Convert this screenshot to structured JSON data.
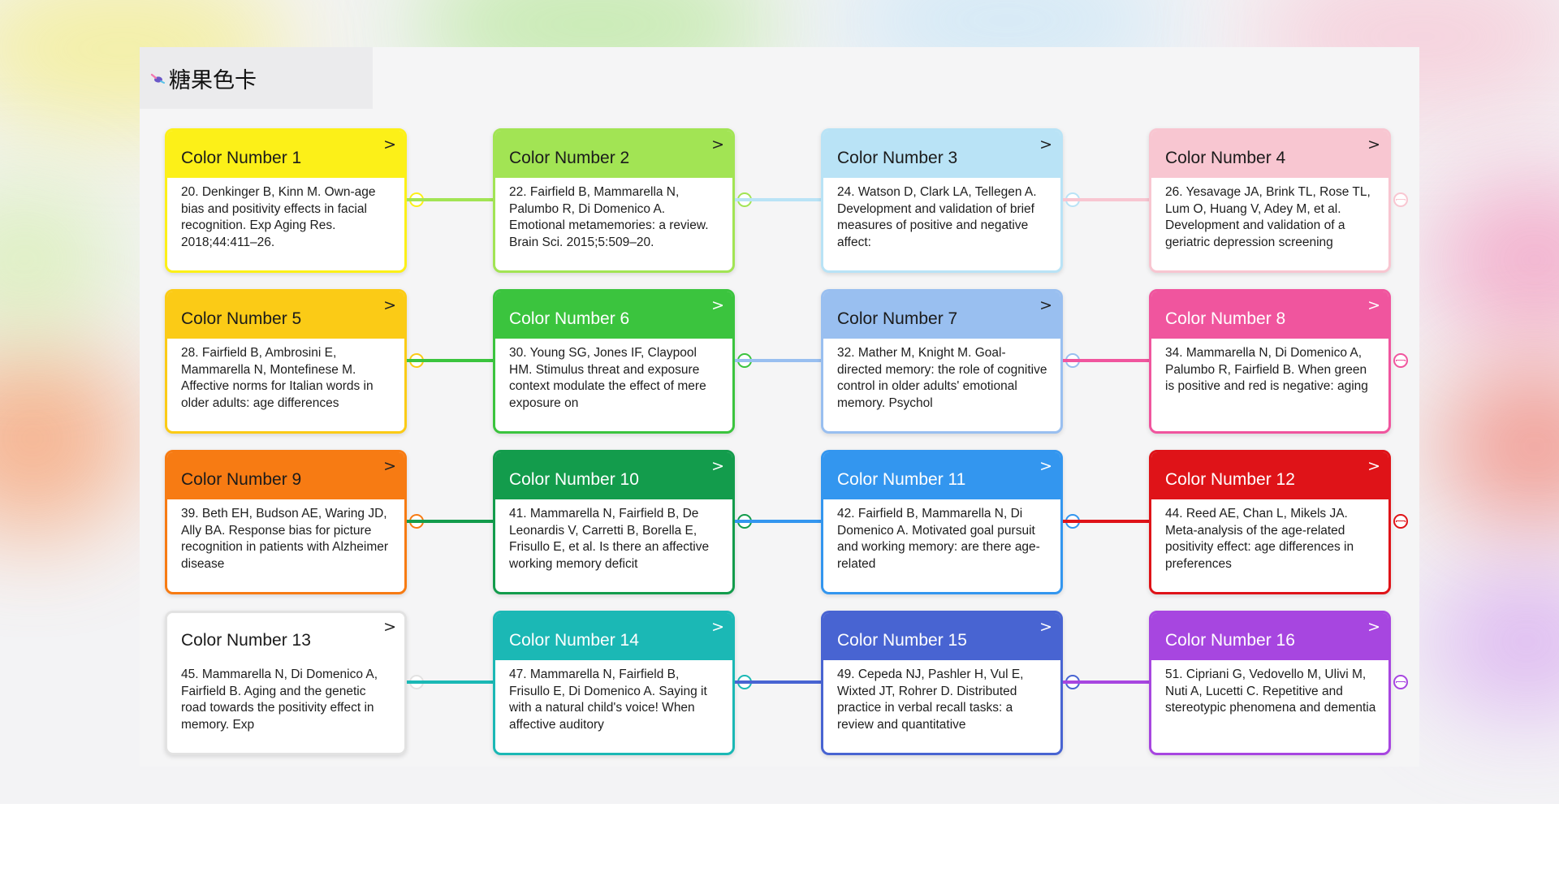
{
  "title": "糖果色卡",
  "colors": {
    "page_background": "#f3f3f5",
    "window_background": "#f5f5f6",
    "title_tab_background": "#ebebed"
  },
  "cards": [
    {
      "title": "Color Number 1",
      "color": "#fcf018",
      "text": "20. Denkinger B, Kinn M. Own-age bias and positivity effects in facial recognition. Exp Aging Res. 2018;44:411–26.",
      "light_title": false
    },
    {
      "title": "Color Number 2",
      "color": "#a2e454",
      "text": "22. Fairfield B, Mammarella N, Palumbo R, Di Domenico A. Emotional metamemories: a review. Brain Sci. 2015;5:509–20.",
      "light_title": false
    },
    {
      "title": "Color Number 3",
      "color": "#b9e3f6",
      "text": "24. Watson D, Clark LA, Tellegen A. Development and validation of brief measures of positive and negative affect:",
      "light_title": false
    },
    {
      "title": "Color Number 4",
      "color": "#f8c6d1",
      "text": "26. Yesavage JA, Brink TL, Rose TL, Lum O, Huang V, Adey M, et al. Development and validation of a geriatric depression screening",
      "light_title": false
    },
    {
      "title": "Color Number 5",
      "color": "#fbcb16",
      "text": "28. Fairfield B, Ambrosini E, Mammarella N, Montefinese M. Affective norms for Italian words in older adults: age differences",
      "light_title": false
    },
    {
      "title": "Color Number 6",
      "color": "#3bc43e",
      "text": "30. Young SG, Jones IF, Claypool HM. Stimulus threat and exposure context modulate the effect of mere exposure on",
      "light_title": true
    },
    {
      "title": "Color Number 7",
      "color": "#99bff0",
      "text": "32. Mather M, Knight M. Goal-directed memory: the role of cognitive control in older adults' emotional memory. Psychol",
      "light_title": false
    },
    {
      "title": "Color Number 8",
      "color": "#f0559e",
      "text": "34. Mammarella N, Di Domenico A, Palumbo R, Fairfield B. When green is positive and red is negative: aging",
      "light_title": true
    },
    {
      "title": "Color Number 9",
      "color": "#f77b13",
      "text": "39. Beth EH, Budson AE, Waring JD, Ally BA. Response bias for picture recognition in patients with Alzheimer disease",
      "light_title": false
    },
    {
      "title": "Color Number 10",
      "color": "#139c4c",
      "text": "41. Mammarella N, Fairfield B, De Leonardis V, Carretti B, Borella E, Frisullo E, et al. Is there an affective working memory deficit",
      "light_title": true
    },
    {
      "title": "Color Number 11",
      "color": "#3396ef",
      "text": "42. Fairfield B, Mammarella N, Di Domenico A. Motivated goal pursuit and working memory: are there age-related",
      "light_title": true
    },
    {
      "title": "Color Number 12",
      "color": "#df1318",
      "text": "44. Reed AE, Chan L, Mikels JA. Meta-analysis of the age-related positivity effect: age differences in preferences",
      "light_title": true
    },
    {
      "title": "Color Number 13",
      "color": "#ffffff",
      "text": "45. Mammarella N, Di Domenico A, Fairfield B. Aging and the genetic road towards the positivity effect in memory. Exp",
      "light_title": false
    },
    {
      "title": "Color Number 14",
      "color": "#1bb8b5",
      "text": "47. Mammarella N, Fairfield B, Frisullo E, Di Domenico A. Saying it with a natural child's voice! When affective auditory",
      "light_title": true
    },
    {
      "title": "Color Number 15",
      "color": "#4864d2",
      "text": "49. Cepeda NJ, Pashler H, Vul E, Wixted JT, Rohrer D. Distributed practice in verbal recall tasks: a review and quantitative",
      "light_title": true
    },
    {
      "title": "Color Number 16",
      "color": "#a746e0",
      "text": "51. Cipriani G, Vedovello M, Ulivi M, Nuti A, Lucetti C. Repetitive and stereotypic phenomena and dementia",
      "light_title": true
    }
  ]
}
